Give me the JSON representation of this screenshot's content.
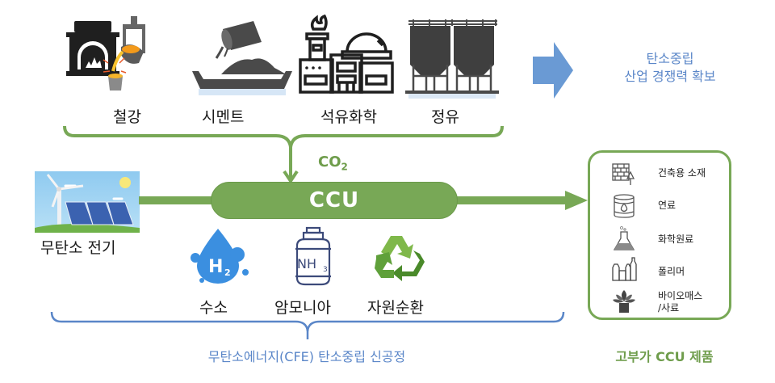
{
  "industries": [
    {
      "label": "철강",
      "icon": "steel-furnace-icon"
    },
    {
      "label": "시멘트",
      "icon": "cement-icon"
    },
    {
      "label": "석유화학",
      "icon": "petrochemical-plant-icon"
    },
    {
      "label": "정유",
      "icon": "refinery-silo-icon"
    }
  ],
  "outcome": {
    "line1": "탄소중립",
    "line2": "산업 경쟁력 확보",
    "icon": "right-arrow-icon"
  },
  "co2_label": "CO",
  "co2_subscript": "2",
  "ccu_label": "CCU",
  "carbon_free_power": {
    "label": "무탄소 전기",
    "icon": "wind-solar-icon"
  },
  "energy_sources": [
    {
      "label": "수소",
      "icon": "hydrogen-drop-icon",
      "symbol": "H",
      "subscript": "2"
    },
    {
      "label": "암모니아",
      "icon": "ammonia-tank-icon",
      "symbol": "NH",
      "subscript": "3"
    },
    {
      "label": "자원순환",
      "icon": "recycle-icon"
    }
  ],
  "process_caption": "무탄소에너지(CFE) 탄소중립 신공정",
  "products": {
    "caption": "고부가 CCU 제품",
    "items": [
      {
        "label": "건축용 소재",
        "icon": "brick-trowel-icon"
      },
      {
        "label": "연료",
        "icon": "fuel-barrel-icon"
      },
      {
        "label": "화학원료",
        "icon": "flask-icon"
      },
      {
        "label": "폴리머",
        "icon": "plastic-bottles-icon"
      },
      {
        "label": "바이오매스",
        "label2": "/사료",
        "icon": "plant-pot-icon"
      }
    ]
  },
  "colors": {
    "green": "#78a856",
    "green_dark": "#6f9d4c",
    "blue": "#5a86c8",
    "arrow_blue": "#6a9ad4",
    "icon_dark": "#3a3a3a"
  }
}
